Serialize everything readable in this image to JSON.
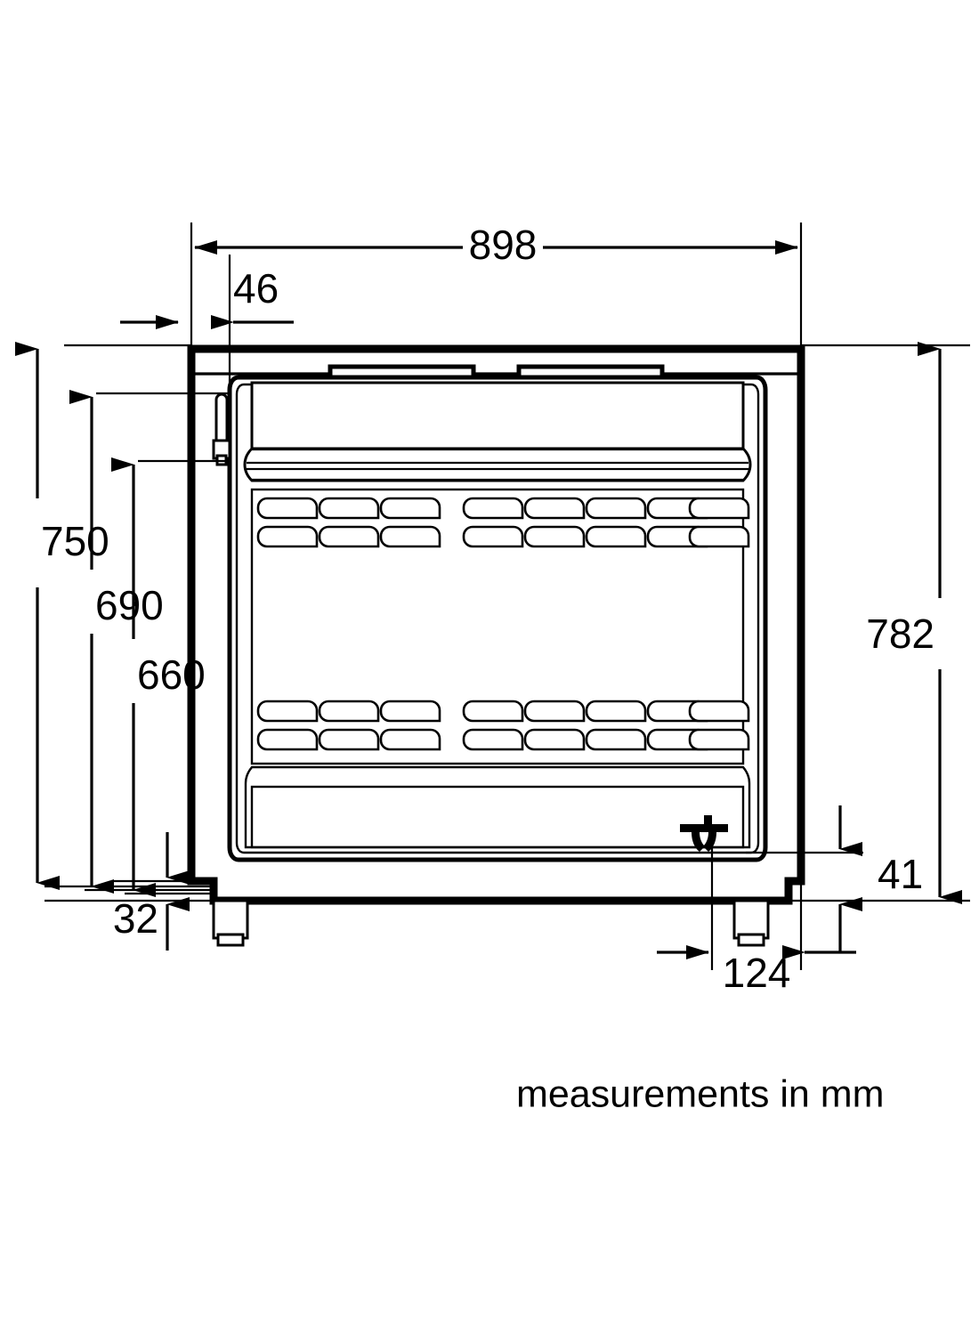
{
  "document": {
    "type": "technical-dimension-drawing",
    "subject": "freestanding range cooker front elevation",
    "note": "measurements in mm",
    "unit": "mm",
    "line_color": "#000000",
    "background_color": "#ffffff"
  },
  "dimensions": {
    "width_overall": "898",
    "left_offset": "46",
    "height_total_left": "750",
    "height_mid": "690",
    "height_lower": "660",
    "plinth_height": "32",
    "height_right": "782",
    "foot_height": "41",
    "foot_inset": "124"
  },
  "labels": [
    {
      "id": "width-898",
      "value": "898",
      "axis": "horizontal",
      "position": "top"
    },
    {
      "id": "offset-46",
      "value": "46",
      "axis": "horizontal",
      "position": "top-left"
    },
    {
      "id": "height-750",
      "value": "750",
      "axis": "vertical",
      "position": "left-outer"
    },
    {
      "id": "height-690",
      "value": "690",
      "axis": "vertical",
      "position": "left-mid"
    },
    {
      "id": "height-660",
      "value": "660",
      "axis": "vertical",
      "position": "left-inner"
    },
    {
      "id": "height-32",
      "value": "32",
      "axis": "vertical",
      "position": "bottom-left"
    },
    {
      "id": "height-782",
      "value": "782",
      "axis": "vertical",
      "position": "right-outer"
    },
    {
      "id": "height-41",
      "value": "41",
      "axis": "vertical",
      "position": "right-inner"
    },
    {
      "id": "width-124",
      "value": "124",
      "axis": "horizontal",
      "position": "bottom-right"
    }
  ],
  "appliance": {
    "control_panel": {
      "slot_count": 2
    },
    "door": {
      "handle": "vertical-bar-handle",
      "panel_rows": 3
    },
    "rack_supports": {
      "upper_group_rows": 2,
      "lower_group_rows": 2,
      "brackets_per_row": 8
    },
    "feet": {
      "count": 2,
      "style": "adjustable-leveling-foot"
    },
    "badge_symbol": "bracket-mark"
  }
}
